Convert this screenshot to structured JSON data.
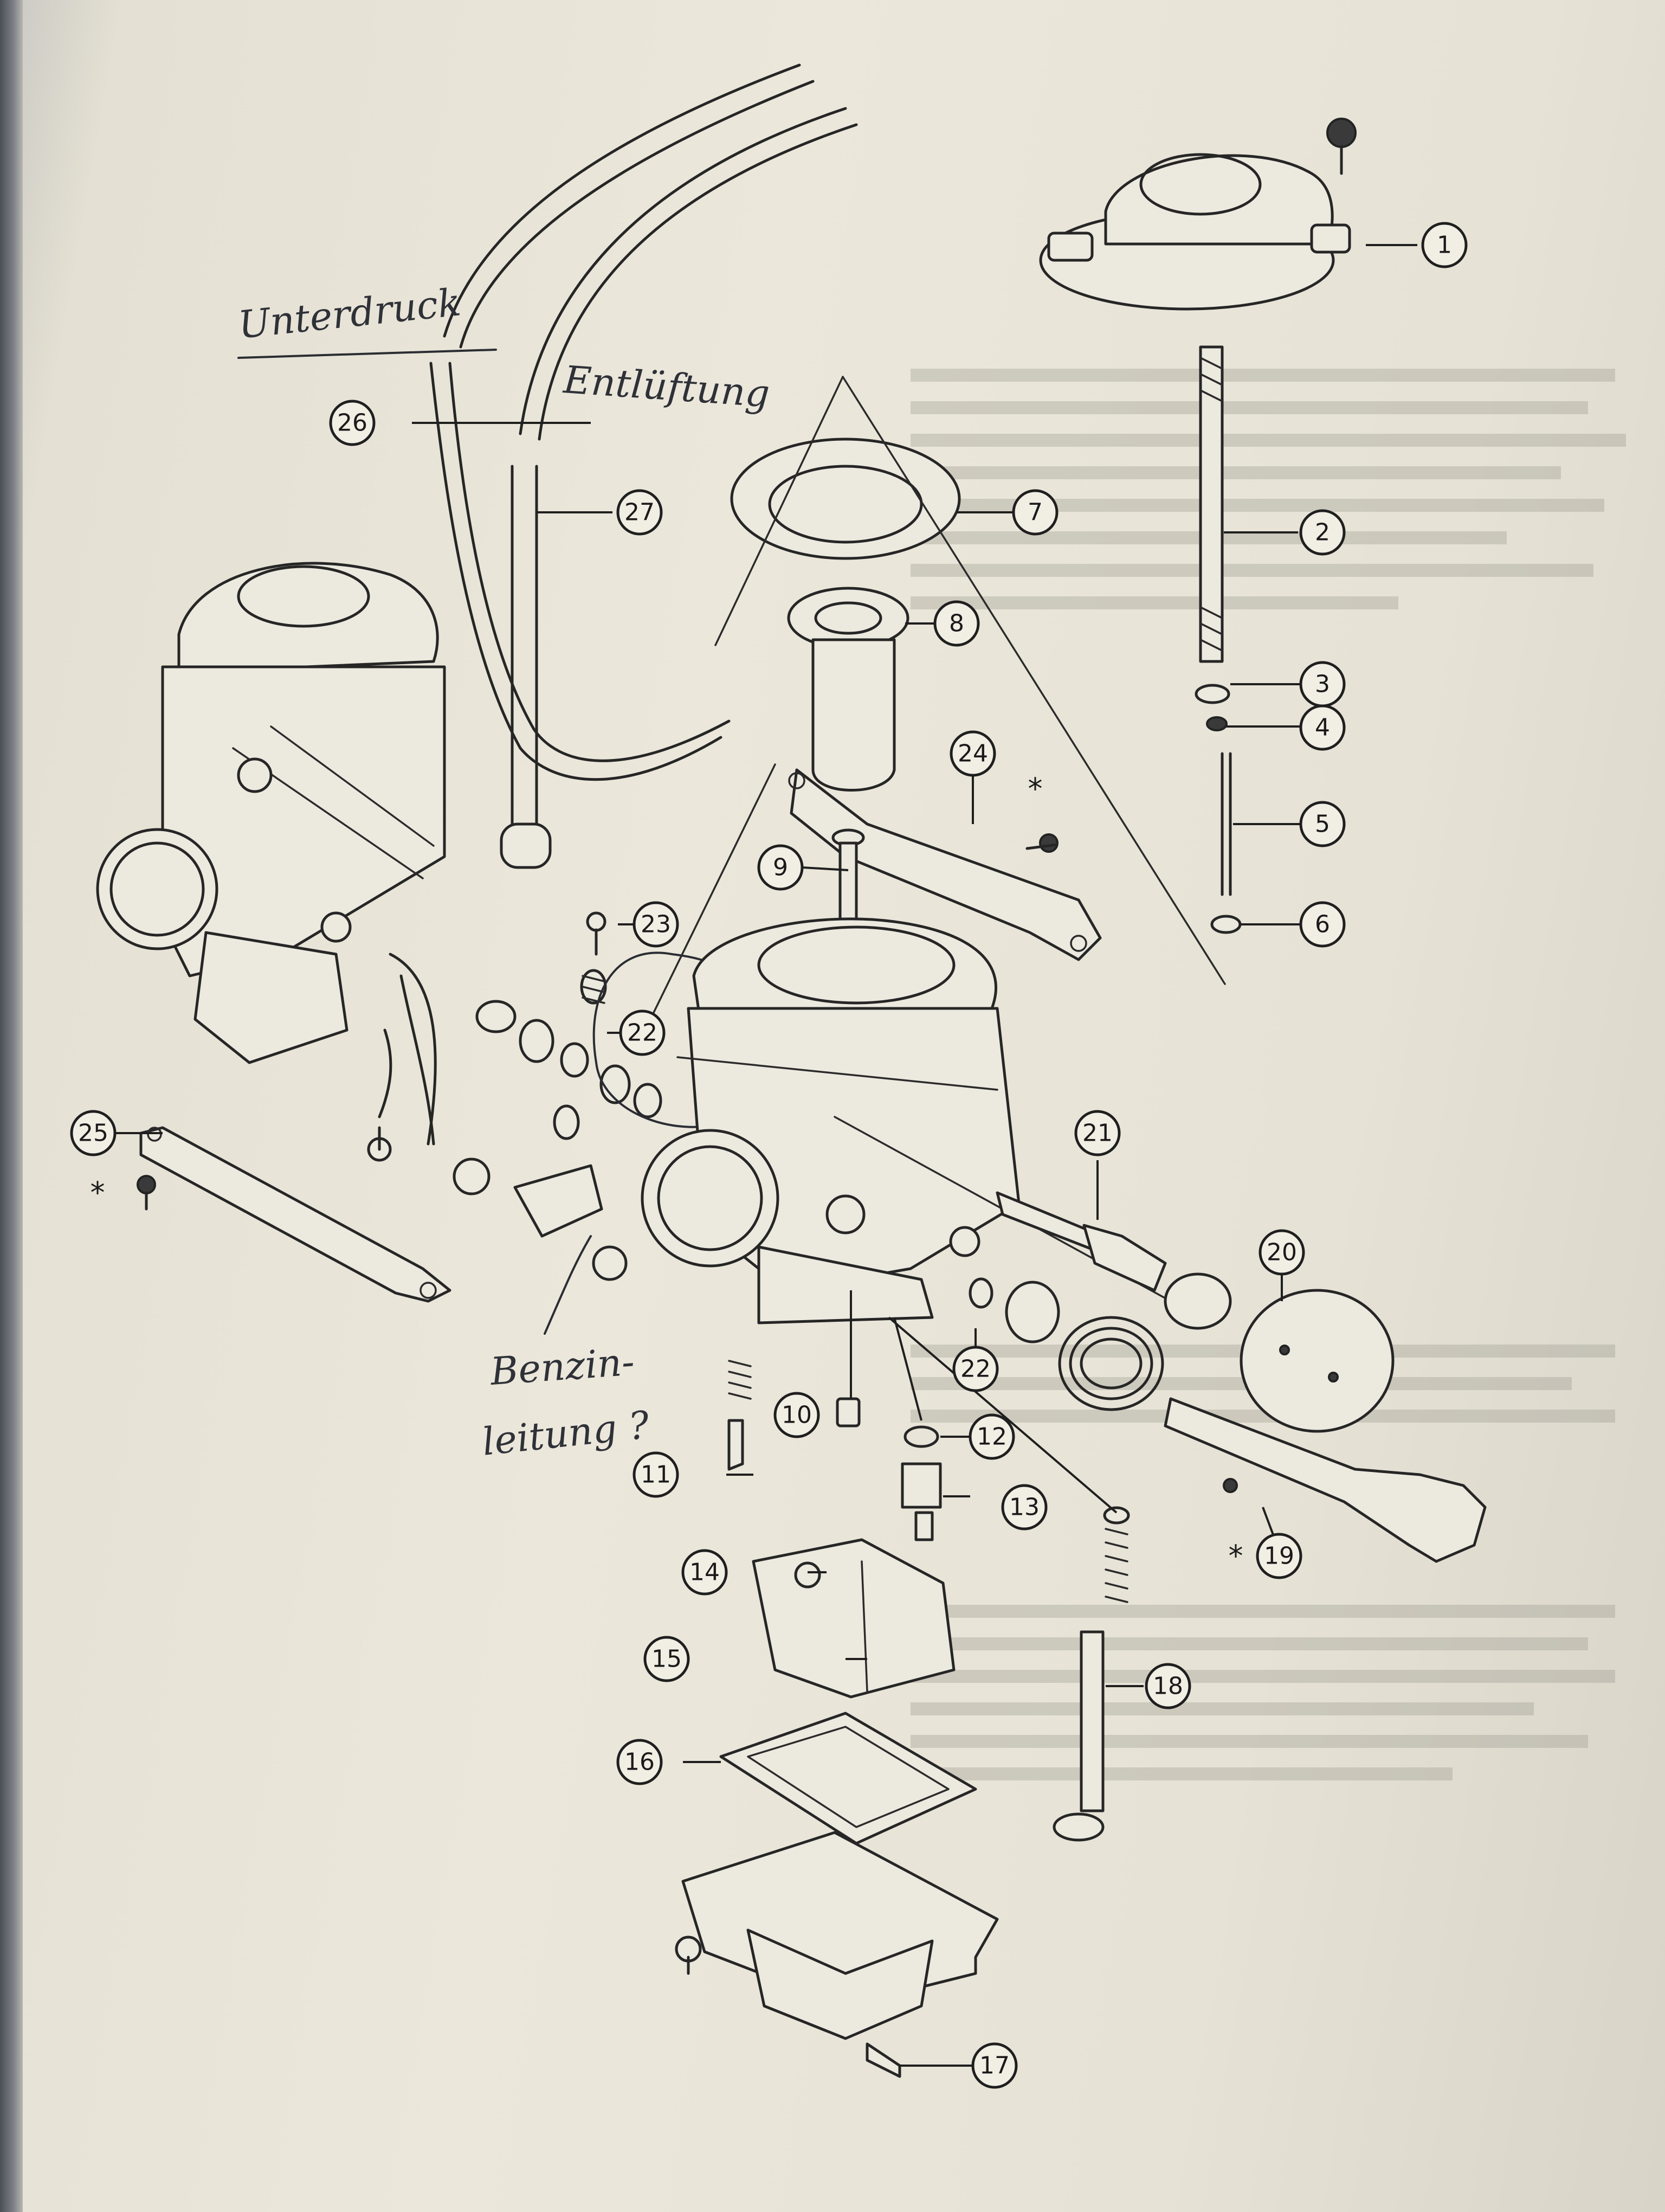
{
  "diagram": {
    "part_numbers": [
      "1",
      "2",
      "3",
      "4",
      "5",
      "6",
      "7",
      "8",
      "9",
      "10",
      "11",
      "12",
      "13",
      "14",
      "15",
      "16",
      "17",
      "18",
      "19",
      "20",
      "21",
      "22",
      "22",
      "23",
      "24",
      "25",
      "26",
      "27"
    ],
    "asterisk_marker": "*",
    "handwritten_notes": [
      {
        "id": "note-unterdruck",
        "text": "Unterdruck"
      },
      {
        "id": "note-entlueftung",
        "text": "Entlüftung"
      },
      {
        "id": "note-benzin",
        "text": "Benzin-"
      },
      {
        "id": "note-leitung",
        "text": "leitung ?"
      }
    ]
  },
  "colors": {
    "paper": "#ebe7db",
    "ink": "#262626",
    "handwriting": "#2f3138"
  }
}
